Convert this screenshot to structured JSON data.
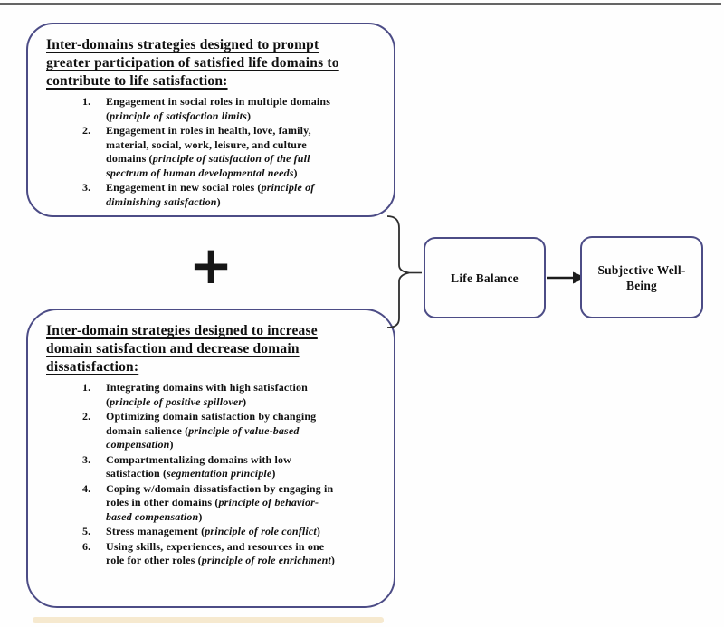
{
  "colors": {
    "border": "#4c4c86",
    "line": "#2b2b2b",
    "text": "#111111",
    "strip": "#f6e9cf",
    "bg": "#fefefe"
  },
  "plus_label": "+",
  "top_box": {
    "title_lines": [
      "Inter-domains strategies designed to prompt ",
      "greater participation of satisfied life domains to ",
      "contribute to life satisfaction:"
    ],
    "items": [
      {
        "num": "1.",
        "segments": [
          {
            "t": "Engagement in social roles in multiple domains\n("
          },
          {
            "t": "principle of satisfaction limits",
            "i": true
          },
          {
            "t": ")"
          }
        ]
      },
      {
        "num": "2.",
        "segments": [
          {
            "t": "Engagement in roles in health, love, family,\nmaterial, social, work, leisure, and culture\ndomains ("
          },
          {
            "t": "principle of satisfaction of the full\nspectrum of human developmental needs",
            "i": true
          },
          {
            "t": ")"
          }
        ]
      },
      {
        "num": "3.",
        "segments": [
          {
            "t": "Engagement in new social roles ("
          },
          {
            "t": "principle of\ndiminishing satisfaction",
            "i": true
          },
          {
            "t": ")"
          }
        ]
      }
    ]
  },
  "bottom_box": {
    "title_lines": [
      "Inter-domain strategies designed to increase ",
      "domain satisfaction and decrease domain ",
      "dissatisfaction:"
    ],
    "items": [
      {
        "num": "1.",
        "segments": [
          {
            "t": "Integrating domains with high satisfaction\n("
          },
          {
            "t": "principle of positive spillover",
            "i": true
          },
          {
            "t": ")"
          }
        ]
      },
      {
        "num": "2.",
        "segments": [
          {
            "t": "Optimizing domain satisfaction by changing\ndomain salience ("
          },
          {
            "t": "principle of value-based\ncompensation",
            "i": true
          },
          {
            "t": ")"
          }
        ]
      },
      {
        "num": "3.",
        "segments": [
          {
            "t": "Compartmentalizing domains with low\nsatisfaction ("
          },
          {
            "t": "segmentation principle",
            "i": true
          },
          {
            "t": ")"
          }
        ]
      },
      {
        "num": "4.",
        "segments": [
          {
            "t": "Coping w/domain dissatisfaction by engaging in\nroles in other domains ("
          },
          {
            "t": "principle of behavior-\nbased compensation",
            "i": true
          },
          {
            "t": ")"
          }
        ]
      },
      {
        "num": "5.",
        "segments": [
          {
            "t": "Stress management ("
          },
          {
            "t": "principle of role conflict",
            "i": true
          },
          {
            "t": ")"
          }
        ]
      },
      {
        "num": "6.",
        "segments": [
          {
            "t": "Using skills, experiences, and resources in one\nrole for other roles ("
          },
          {
            "t": "principle of role enrichment",
            "i": true
          },
          {
            "t": ")"
          }
        ]
      }
    ]
  },
  "life_balance_box": {
    "lines": [
      "Life Balance"
    ]
  },
  "swb_box": {
    "lines": [
      "Subjective Well-",
      "Being"
    ]
  }
}
